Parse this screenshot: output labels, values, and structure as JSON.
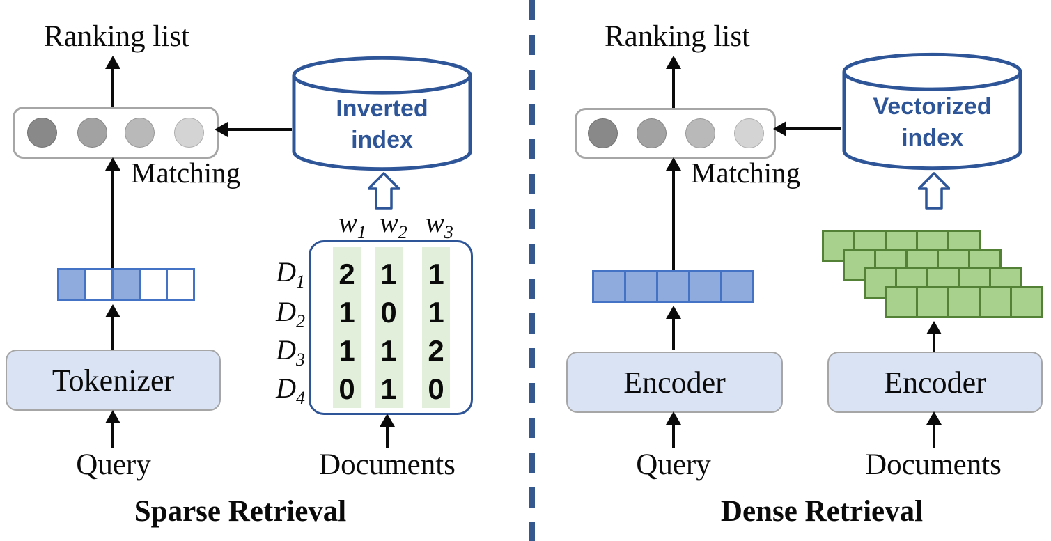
{
  "colors": {
    "db_blue": "#2e5597",
    "divider": "#35598f",
    "box_border": "#a6a6a6",
    "proc_fill": "#dae3f3",
    "vec_border": "#4472c4",
    "vec_fill": "#8faadc",
    "green_fill": "#a9d18e",
    "green_border": "#538135",
    "green_band": "#e2efda"
  },
  "circle_shades": [
    "#898989",
    "#a2a2a2",
    "#b9b9b9",
    "#d4d4d4"
  ],
  "left": {
    "ranking_list": "Ranking list",
    "matching": "Matching",
    "db": {
      "line1": "Inverted",
      "line2": "index"
    },
    "process": "Tokenizer",
    "query": "Query",
    "documents": "Documents",
    "title": "Sparse Retrieval",
    "vector_cells": [
      "#8faadc",
      "#ffffff",
      "#8faadc",
      "#ffffff",
      "#ffffff"
    ],
    "matrix": {
      "cols": [
        {
          "base": "w",
          "sub": "1"
        },
        {
          "base": "w",
          "sub": "2"
        },
        {
          "base": "w",
          "sub": "3"
        }
      ],
      "rows": [
        {
          "base": "D",
          "sub": "1",
          "values": [
            "2",
            "1",
            "1"
          ]
        },
        {
          "base": "D",
          "sub": "2",
          "values": [
            "1",
            "0",
            "1"
          ]
        },
        {
          "base": "D",
          "sub": "3",
          "values": [
            "1",
            "1",
            "2"
          ]
        },
        {
          "base": "D",
          "sub": "4",
          "values": [
            "0",
            "1",
            "0"
          ]
        }
      ]
    }
  },
  "right": {
    "ranking_list": "Ranking list",
    "matching": "Matching",
    "db": {
      "line1": "Vectorized",
      "line2": "index"
    },
    "encoder_query": "Encoder",
    "encoder_docs": "Encoder",
    "query": "Query",
    "documents": "Documents",
    "title": "Dense Retrieval",
    "vector_cells": [
      "#8faadc",
      "#8faadc",
      "#8faadc",
      "#8faadc",
      "#8faadc"
    ],
    "doc_stack": {
      "layers": 4,
      "cells_per_layer": 5
    }
  }
}
